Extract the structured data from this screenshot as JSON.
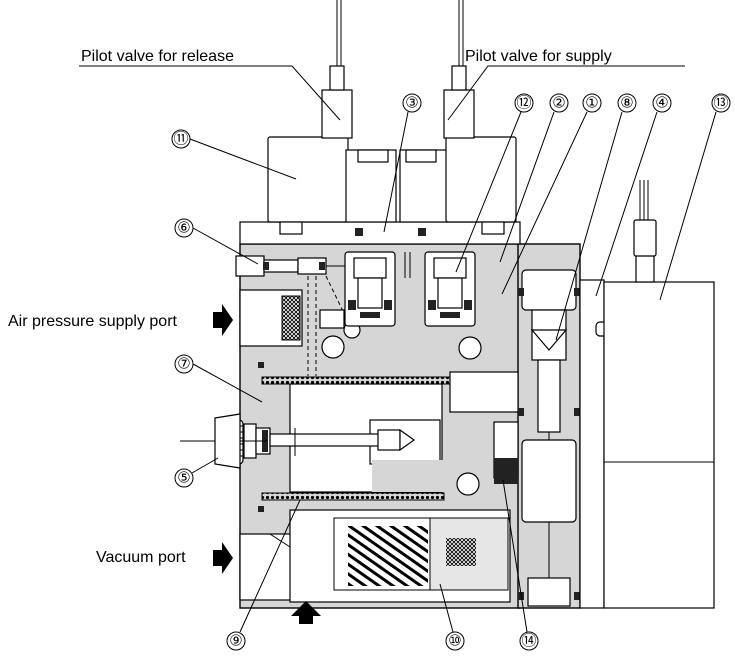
{
  "labels": {
    "pilot_release": "Pilot valve for release",
    "pilot_supply": "Pilot valve for supply",
    "air_port": "Air pressure supply port",
    "vacuum_port": "Vacuum port"
  },
  "callouts": {
    "c1": "①",
    "c2": "②",
    "c3": "③",
    "c4": "④",
    "c5": "⑤",
    "c6": "⑥",
    "c7": "⑦",
    "c8": "⑧",
    "c9": "⑨",
    "c10": "⑩",
    "c11": "⑪",
    "c12": "⑫",
    "c13": "⑬",
    "c14": "⑭"
  },
  "colors": {
    "body": "#d6d6d6",
    "line": "#000000",
    "background": "#ffffff"
  }
}
